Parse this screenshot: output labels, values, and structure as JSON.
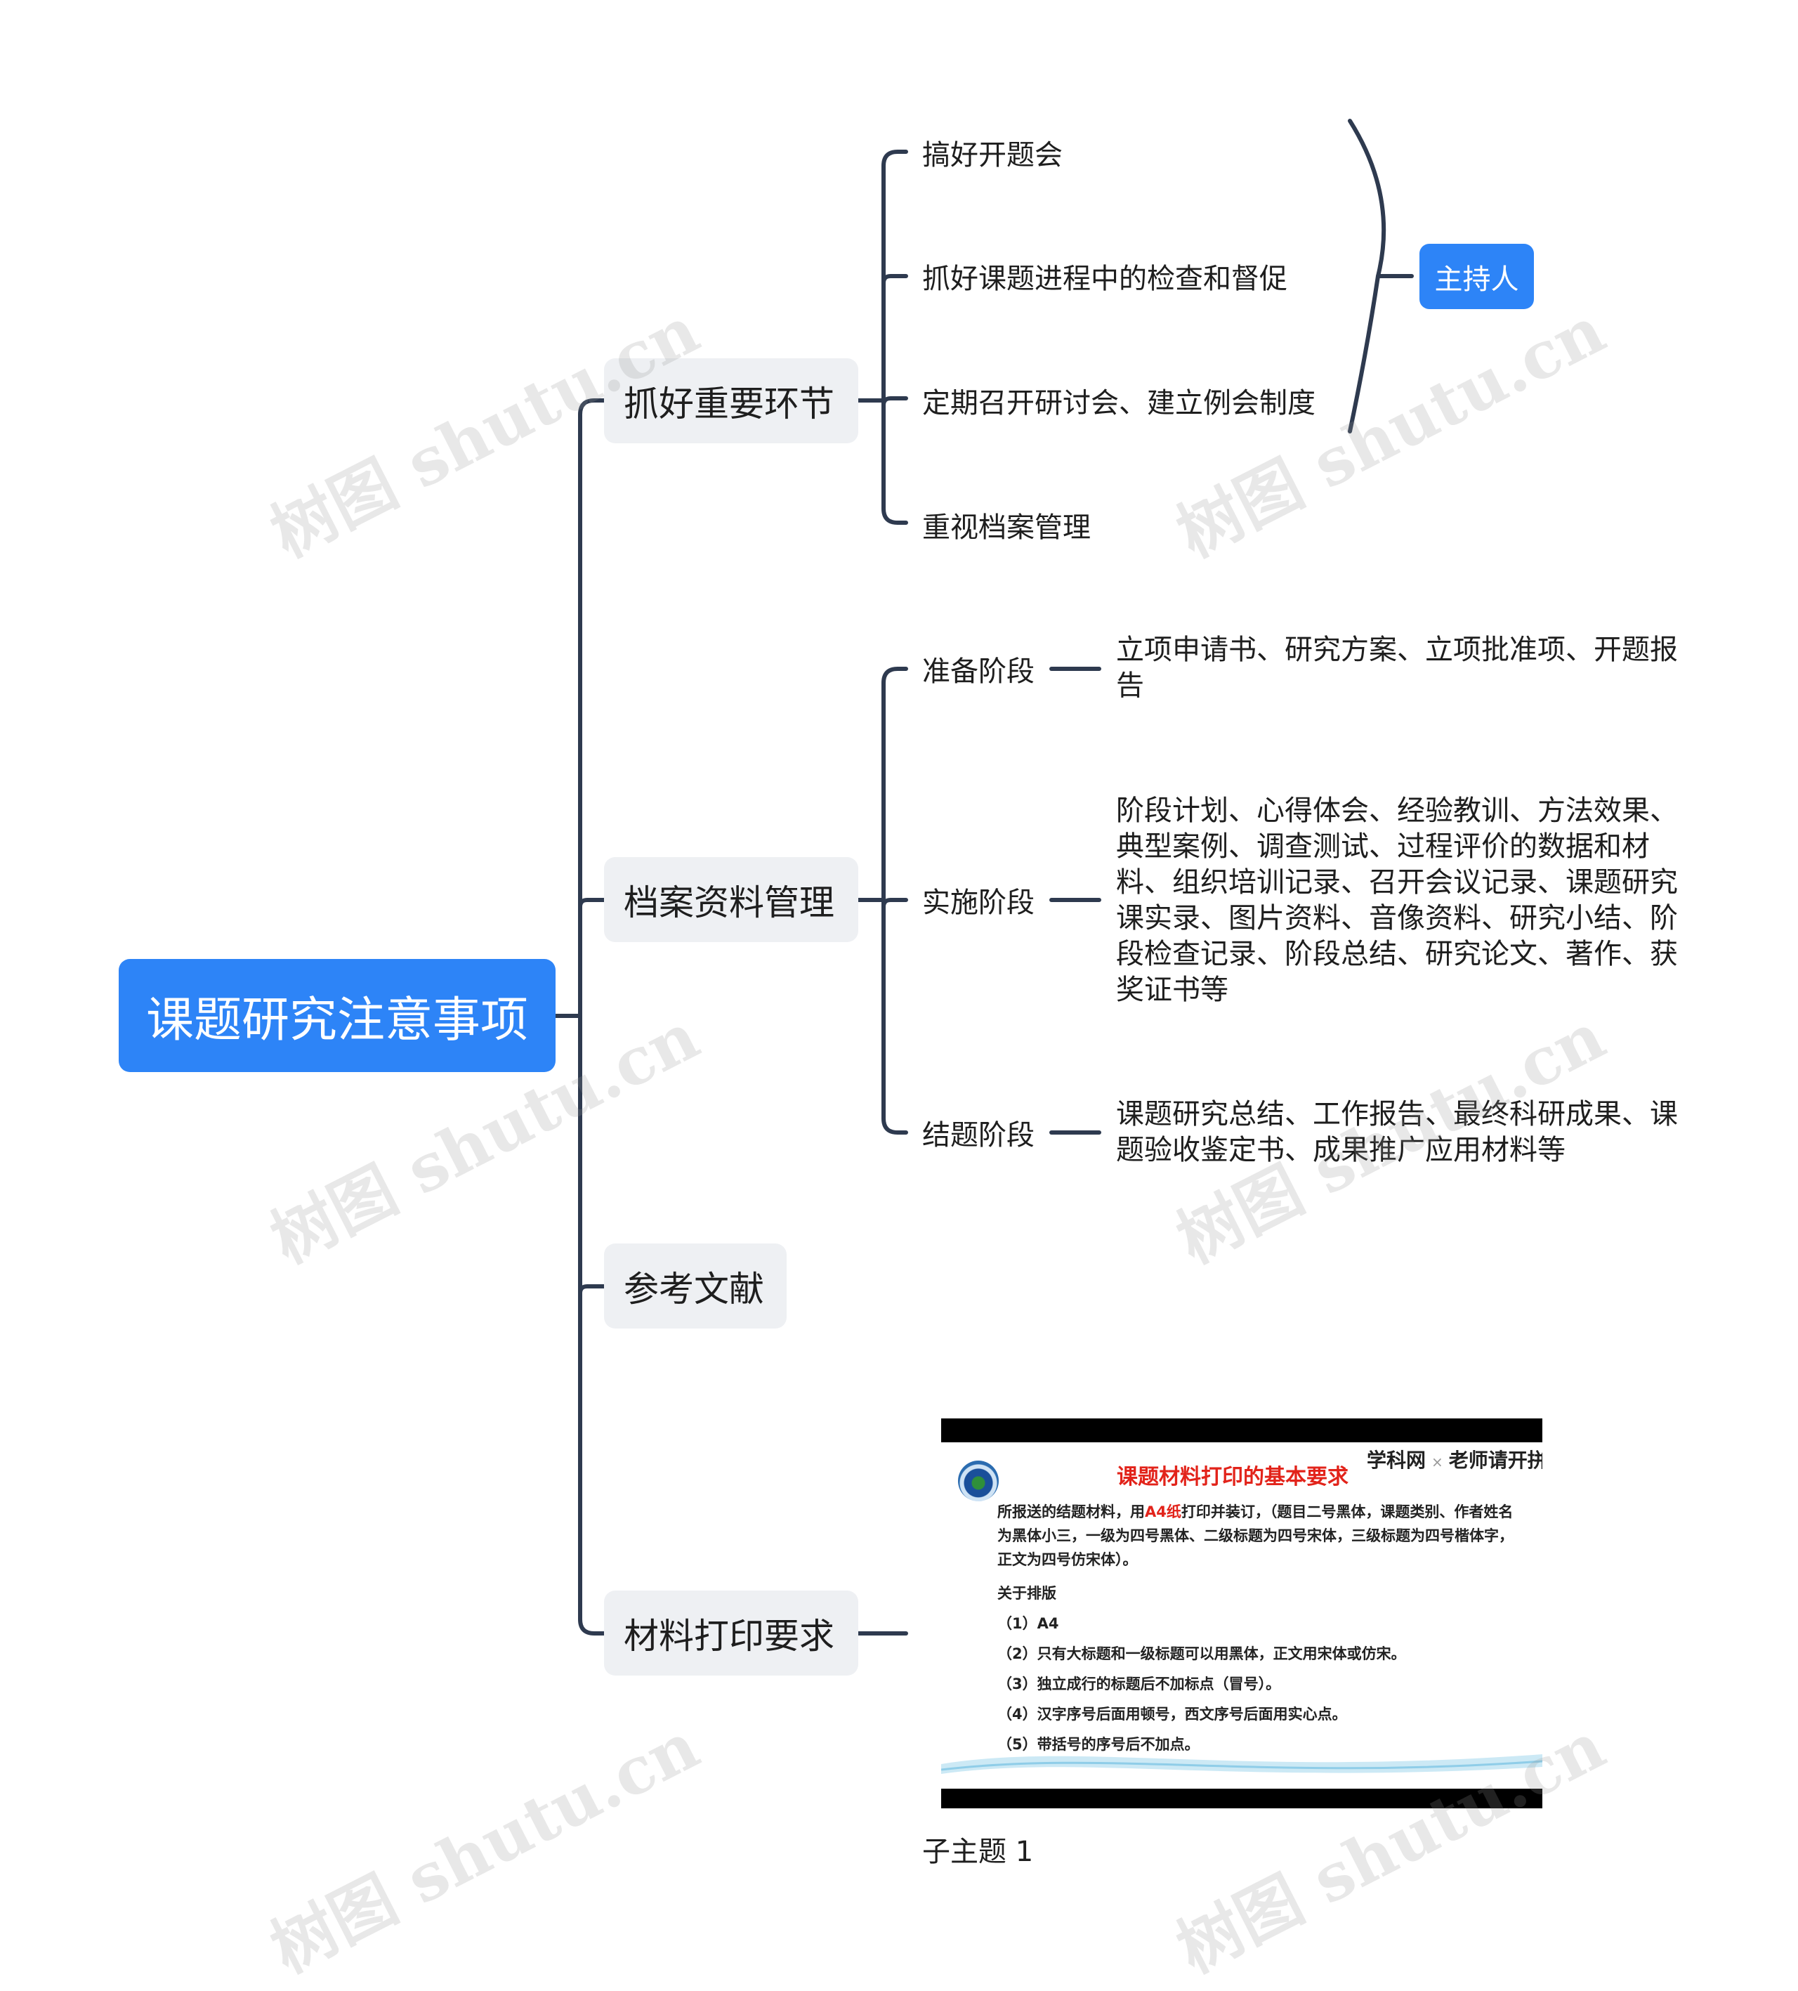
{
  "root": {
    "label": "课题研究注意事项"
  },
  "branches": [
    {
      "label": "抓好重要环节",
      "children": [
        {
          "label": "搞好开题会"
        },
        {
          "label": "抓好课题进程中的检查和督促"
        },
        {
          "label": "定期召开研讨会、建立例会制度"
        },
        {
          "label": "重视档案管理"
        }
      ],
      "summary": {
        "label": "主持人"
      }
    },
    {
      "label": "档案资料管理",
      "children": [
        {
          "label": "准备阶段",
          "detail": "立项申请书、研究方案、立项批准项、开题报告"
        },
        {
          "label": "实施阶段",
          "detail": "阶段计划、心得体会、经验教训、方法效果、典型案例、调查测试、过程评价的数据和材料、组织培训记录、召开会议记录、课题研究课实录、图片资料、音像资料、研究小结、阶段检查记录、阶段总结、研究论文、著作、获奖证书等"
        },
        {
          "label": "结题阶段",
          "detail": "课题研究总结、工作报告、最终科研成果、课题验收鉴定书、成果推广应用材料等"
        }
      ]
    },
    {
      "label": "参考文献"
    },
    {
      "label": "材料打印要求",
      "image": {
        "brand": "学科网",
        "brand_sep": "×",
        "brand2": "老师请开拼",
        "title": "课题材料打印的基本要求",
        "para_pre": "所报送的结题材料，用",
        "para_red": "A4纸",
        "para_post": "打印并装订，（题目二号黑体，课题类别、作者姓名为黑体小三，一级为四号黑体、二级标题为四号宋体，三级标题为四号楷体字，正文为四号仿宋体）。",
        "lines": [
          "关于排版",
          "（1）A4",
          "（2）只有大标题和一级标题可以用黑体，正文用宋体或仿宋。",
          "（3）独立成行的标题后不加标点（冒号）。",
          "（4）汉字序号后面用顿号，西文序号后面用实心点。",
          "（5）带括号的序号后不加点。"
        ]
      },
      "caption": "子主题 1"
    }
  ],
  "watermark": "树图 shutu.cn",
  "colors": {
    "root_bg": "#2d84f7",
    "branch_bg": "#eef0f3",
    "line": "#2e3a4f",
    "doc_title": "#e2231a"
  }
}
